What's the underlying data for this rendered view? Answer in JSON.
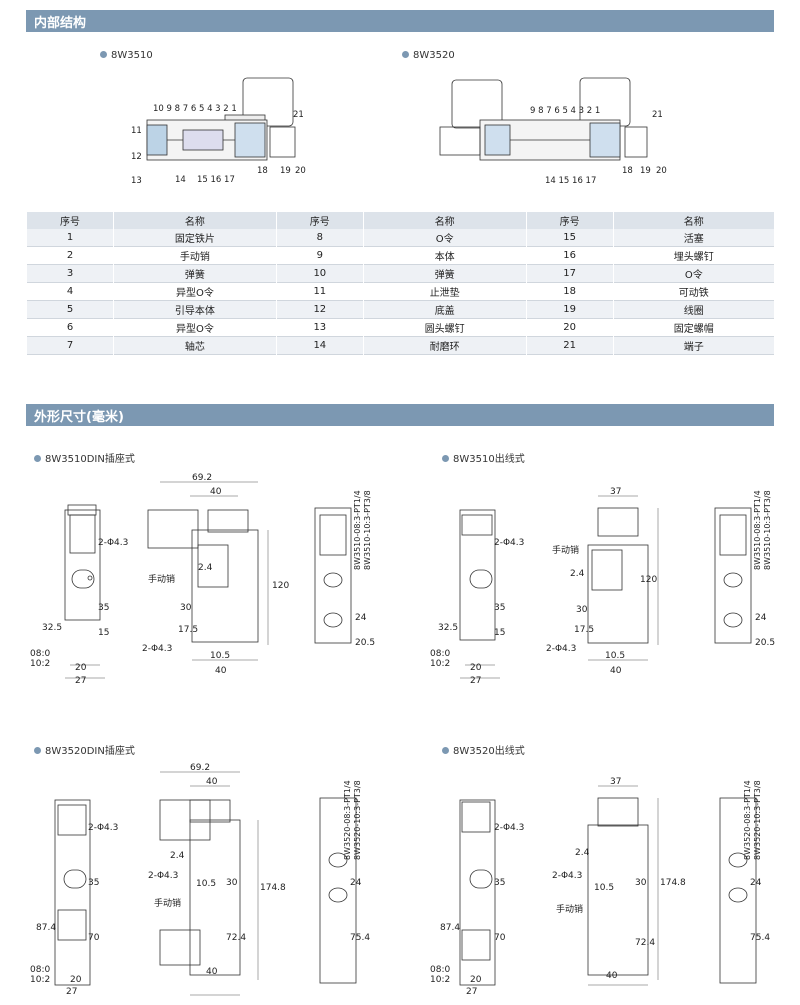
{
  "sections": {
    "internal": "内部结构",
    "dims": "外形尺寸(毫米)"
  },
  "models": {
    "m1": "8W3510",
    "m2": "8W3520"
  },
  "structure_labels": {
    "left_top": "10 9  8 7 6  5 4 3 2 1",
    "right_top": "9  8 7 6  5 4 3 2 1",
    "n11": "11",
    "n12": "12",
    "n13": "13",
    "n14": "14",
    "n15_17": "15 16 17",
    "n14_17": "14 15 16 17",
    "n18": "18",
    "n19": "19",
    "n20": "20",
    "n21": "21"
  },
  "table": {
    "headers": [
      "序号",
      "名称",
      "序号",
      "名称",
      "序号",
      "名称"
    ],
    "rows": [
      [
        "1",
        "固定铁片",
        "8",
        "O令",
        "15",
        "活塞"
      ],
      [
        "2",
        "手动销",
        "9",
        "本体",
        "16",
        "埋头螺钉"
      ],
      [
        "3",
        "弹簧",
        "10",
        "弹簧",
        "17",
        "O令"
      ],
      [
        "4",
        "异型O令",
        "11",
        "止泄垫",
        "18",
        "可动铁"
      ],
      [
        "5",
        "引导本体",
        "12",
        "底盖",
        "19",
        "线圈"
      ],
      [
        "6",
        "异型O令",
        "13",
        "圆头螺钉",
        "20",
        "固定螺帽"
      ],
      [
        "7",
        "轴芯",
        "14",
        "耐磨环",
        "21",
        "端子"
      ]
    ]
  },
  "drawings": {
    "d1": "8W3510DIN插座式",
    "d2": "8W3510出线式",
    "d3": "8W3520DIN插座式",
    "d4": "8W3520出线式"
  },
  "dims": {
    "d69_2": "69.2",
    "d40": "40",
    "d37": "37",
    "d120": "120",
    "d174_8": "174.8",
    "d30": "30",
    "d2_4": "2.4",
    "d10_5": "10.5",
    "d17_5": "17.5",
    "d35": "35",
    "d15": "15",
    "d32_5": "32.5",
    "d87_4": "87.4",
    "d70": "70",
    "d72_4": "72.4",
    "d75_4": "75.4",
    "d24": "24",
    "d20_5": "20.5",
    "d20": "20",
    "d27": "27",
    "phi": "2-Φ4.3",
    "manual": "手动销",
    "port08": "08:0",
    "port10": "10:2",
    "pt10_1": "8W3510-08:3-PT1/4",
    "pt10_2": "8W3510-10:3-PT3/8",
    "pt20_1": "8W3520-08:3-PT1/4",
    "pt20_2": "8W3520-10:3-PT3/8"
  }
}
